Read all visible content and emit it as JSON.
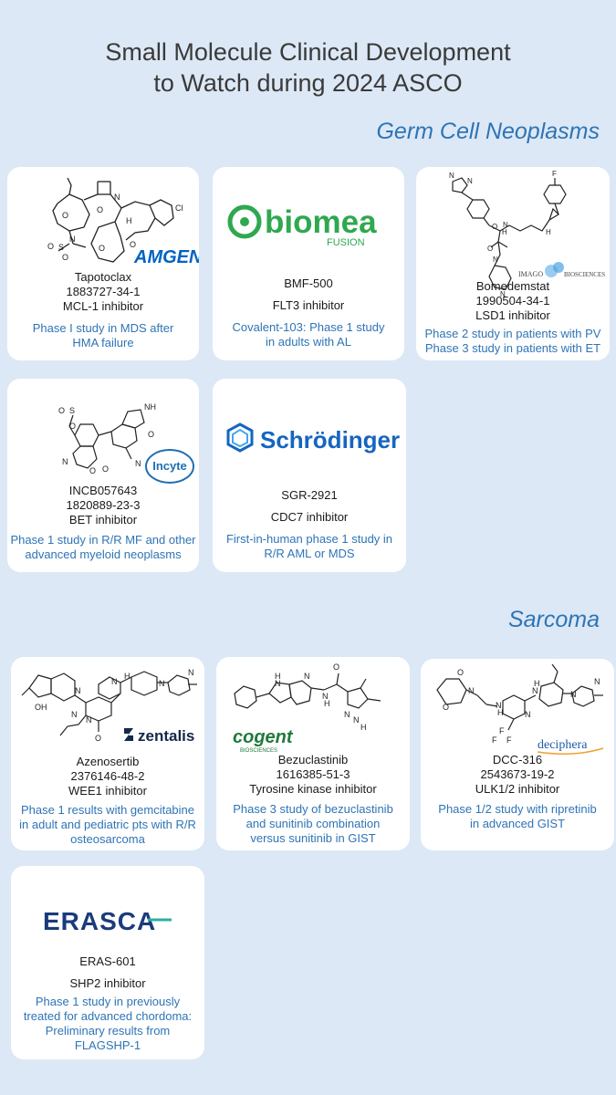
{
  "title": {
    "line1": "Small Molecule Clinical Development",
    "line2": "to Watch during 2024 ASCO"
  },
  "sections": {
    "germ": "Germ Cell Neoplasms",
    "sarcoma": "Sarcoma"
  },
  "cards": [
    {
      "name": "Tapotoclax",
      "cas": "1883727-34-1",
      "target": "MCL-1 inhibitor",
      "desc1": "Phase I study in MDS after",
      "desc2": "HMA failure",
      "logo": "AMGEN"
    },
    {
      "name": "BMF-500",
      "target": "FLT3 inhibitor",
      "desc1": "Covalent-103: Phase 1 study",
      "desc2": "in adults with AL",
      "logo": "biomea",
      "logo_sub": "FUSION"
    },
    {
      "name": "Bomedemstat",
      "cas": "1990504-34-1",
      "target": "LSD1 inhibitor",
      "desc1": "Phase 2 study in patients with PV",
      "desc2": "Phase 3 study in patients with ET",
      "logo": "IMAGO",
      "logo_sub": "BIOSCIENCES"
    },
    {
      "name": "INCB057643",
      "cas": "1820889-23-3",
      "target": "BET inhibitor",
      "desc1": "Phase 1 study in R/R MF and other",
      "desc2": "advanced myeloid neoplasms",
      "logo": "Incyte"
    },
    {
      "name": "SGR-2921",
      "target": "CDC7 inhibitor",
      "desc1": "First-in-human phase 1 study in",
      "desc2": "R/R AML or MDS",
      "logo": "Schrödinger"
    },
    {
      "name": "Azenosertib",
      "cas": "2376146-48-2",
      "target": "WEE1 inhibitor",
      "desc1": "Phase 1 results with gemcitabine",
      "desc2": "in adult and pediatric pts with R/R",
      "desc3": "osteosarcoma",
      "logo": "zentalis"
    },
    {
      "name": "Bezuclastinib",
      "cas": "1616385-51-3",
      "target": "Tyrosine kinase inhibitor",
      "desc1": "Phase 3 study of bezuclastinib",
      "desc2": "and sunitinib combination",
      "desc3": "versus sunitinib in GIST",
      "logo": "cogent",
      "logo_sub": "BIOSCIENCES"
    },
    {
      "name": "DCC-316",
      "cas": "2543673-19-2",
      "target": "ULK1/2 inhibitor",
      "desc1": "Phase 1/2 study with ripretinib",
      "desc2": "in advanced GIST",
      "logo": "deciphera"
    },
    {
      "name": "ERAS-601",
      "target": "SHP2 inhibitor",
      "desc1": "Phase 1 study in previously",
      "desc2": "treated for advanced chordoma:",
      "desc3": "Preliminary results from",
      "desc4": "FLAGSHP-1",
      "logo": "ERASCA"
    }
  ],
  "colors": {
    "background": "#dce8f5",
    "accent_blue": "#2e74b5",
    "amgen_blue": "#0063c3",
    "biomea_green": "#2fa84f",
    "incyte_blue": "#1f6fb2",
    "schrodinger_blue": "#1565c0",
    "zentalis_navy": "#14284b",
    "cogent_green": "#1f7a3a",
    "deciphera_blue": "#1e5aa8",
    "erasca_navy": "#1b3b7a",
    "erasca_teal": "#2bb0a0"
  },
  "icons": [
    "chemical-structure",
    "company-logo"
  ]
}
